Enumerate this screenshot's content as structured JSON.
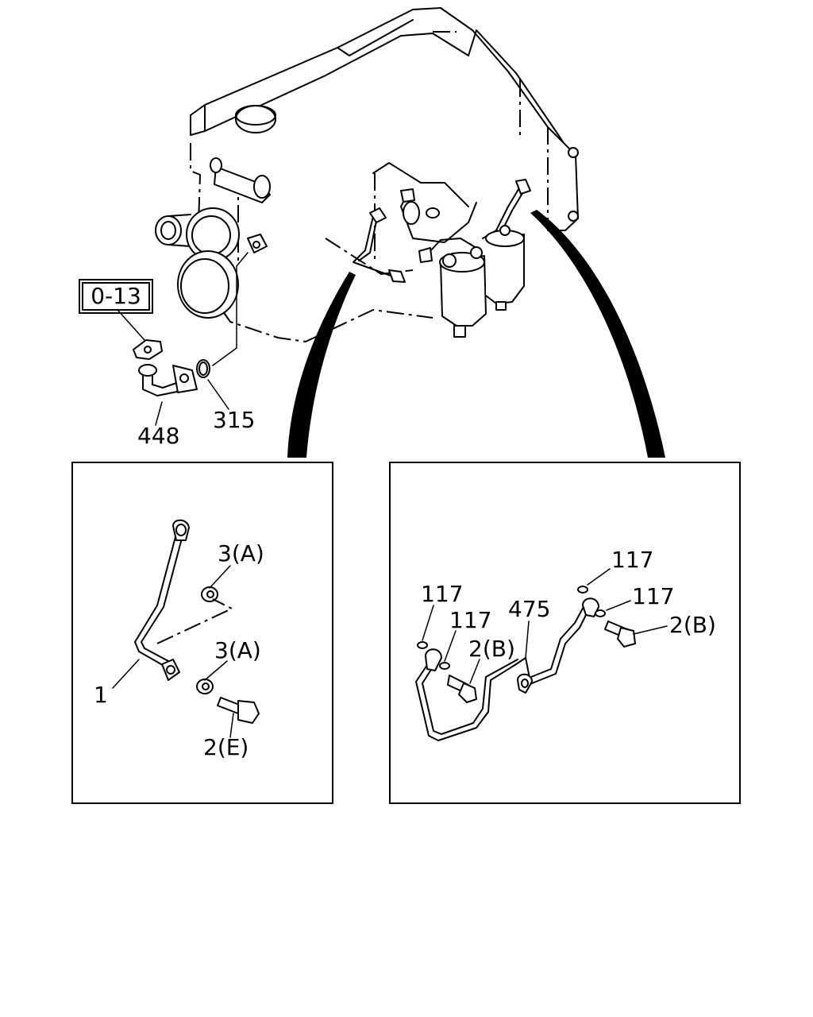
{
  "callouts": {
    "ref_box": "0-13",
    "part_448": "448",
    "part_315": "315",
    "part_1": "1",
    "part_3a_top": "3(A)",
    "part_3a_bottom": "3(A)",
    "part_2e": "2(E)",
    "part_117_a": "117",
    "part_117_b": "117",
    "part_117_c": "117",
    "part_117_d": "117",
    "part_475": "475",
    "part_2b_left": "2(B)",
    "part_2b_right": "2(B)"
  }
}
